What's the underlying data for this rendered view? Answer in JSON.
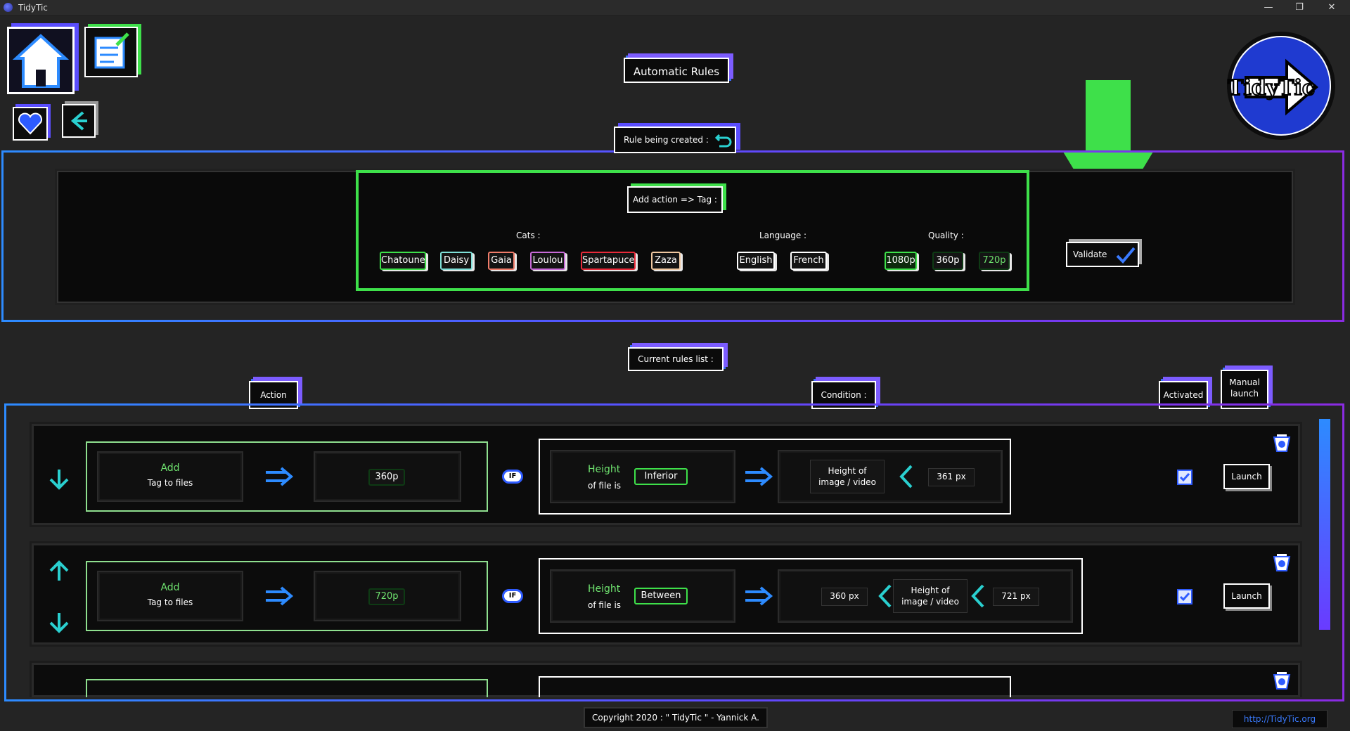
{
  "window": {
    "title": "TidyTic",
    "minimize": "—",
    "maximize": "❐",
    "close": "✕"
  },
  "header": {
    "title": "Automatic Rules",
    "logo_text": "TidyTic"
  },
  "creation": {
    "heading": "Rule being created :",
    "action_heading": "Add action => Tag :",
    "groups": {
      "cats": {
        "label": "Cats :",
        "tags": [
          "Chatoune",
          "Daisy",
          "Gaia",
          "Loulou",
          "Spartapuce",
          "Zaza"
        ]
      },
      "language": {
        "label": "Language :",
        "tags": [
          "English",
          "French"
        ]
      },
      "quality": {
        "label": "Quality :",
        "tags": [
          "1080p",
          "360p",
          "720p"
        ]
      }
    },
    "validate": "Validate"
  },
  "rules_list": {
    "heading": "Current rules list :",
    "columns": {
      "action": "Action",
      "condition": "Condition :",
      "activated": "Activated",
      "manual_launch": "Manual\nlaunch"
    },
    "rules": [
      {
        "add": "Add",
        "tag_to_files": "Tag to files",
        "tag": "360p",
        "if": "IF",
        "height": "Height",
        "of_file_is": "of file is",
        "comparator": "Inferior",
        "cond_label": "Height of\nimage / video",
        "value_right": "361 px",
        "launch": "Launch"
      },
      {
        "add": "Add",
        "tag_to_files": "Tag to files",
        "tag": "720p",
        "if": "IF",
        "height": "Height",
        "of_file_is": "of file is",
        "comparator": "Between",
        "value_left": "360 px",
        "cond_label": "Height of\nimage / video",
        "value_right": "721 px",
        "launch": "Launch"
      }
    ]
  },
  "footer": {
    "copyright": "Copyright 2020 : \" TidyTic \" - Yannick A.",
    "link": "http://TidyTic.org"
  },
  "colors": {
    "accent_blue": "#2d8bff",
    "accent_purple": "#7c5cff",
    "green": "#3ee04a",
    "bg": "#242424"
  }
}
